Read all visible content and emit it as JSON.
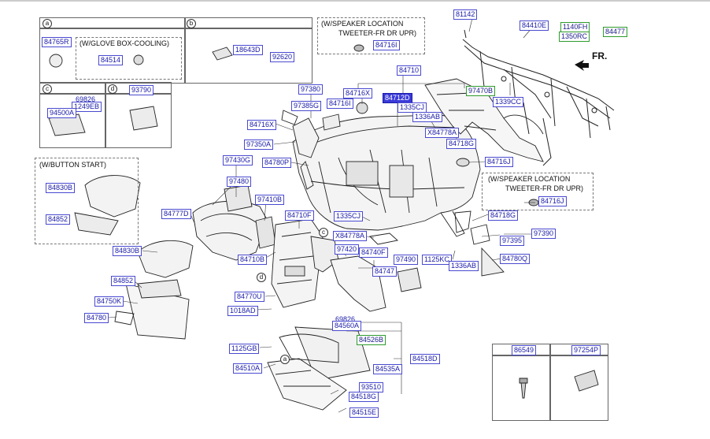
{
  "inset_a": {
    "letter": "a",
    "parts": [
      "84765R",
      "84514"
    ],
    "note": "(W/GLOVE BOX-COOLING)"
  },
  "inset_b": {
    "letter": "b",
    "parts": [
      "18643D",
      "92620"
    ]
  },
  "inset_c": {
    "letter": "c",
    "parts": [
      "69826",
      "1249EB",
      "94500A"
    ]
  },
  "inset_d": {
    "letter": "d",
    "parts": [
      "93790"
    ]
  },
  "button_start": {
    "note": "(W/BUTTON START)",
    "parts": [
      "84830B",
      "84852"
    ]
  },
  "speaker_top": {
    "line1": "(W/SPEAKER LOCATION",
    "line2": "TWEETER-FR DR UPR)",
    "part": "84716I"
  },
  "speaker_right": {
    "line1": "(W/SPEAKER LOCATION",
    "line2": "TWEETER-FR DR UPR)",
    "part": "84716J"
  },
  "direction": "FR.",
  "circle_labels": {
    "c": "c",
    "d": "d",
    "a": "a"
  },
  "legend": {
    "headers": [
      "86549",
      "97254P"
    ]
  },
  "labels": {
    "p81142": "81142",
    "p84410E": "84410E",
    "p1140FH": "1140FH",
    "p1350RC": "1350RC",
    "p84477": "84477",
    "p84710": "84710",
    "p84716X_top": "84716X",
    "p84716I_mid": "84716I",
    "p84712D": "84712D",
    "p97470B": "97470B",
    "p1335CJ_top": "1335CJ",
    "p1336AB_top": "1336AB",
    "p1339CC": "1339CC",
    "p97380": "97380",
    "p97385G": "97385G",
    "pX84778A_top": "X84778A",
    "p84716X_left": "84716X",
    "p84718G_top": "84718G",
    "p97350A": "97350A",
    "p84780P": "84780P",
    "p84716J_mid": "84716J",
    "p97430G": "97430G",
    "p97480": "97480",
    "p97410B": "97410B",
    "p84777D": "84777D",
    "p84710F": "84710F",
    "p1335CJ_mid": "1335CJ",
    "p84718G_mid": "84718G",
    "p97390": "97390",
    "pX84778A_mid": "X84778A",
    "p97395": "97395",
    "p84830B_mid": "84830B",
    "p97420": "97420",
    "p84740F": "84740F",
    "p84780Q": "84780Q",
    "p84710B": "84710B",
    "p97490": "97490",
    "p1125KC": "1125KC",
    "p1336AB_mid": "1336AB",
    "p84852_mid": "84852",
    "p84747": "84747",
    "p84770U": "84770U",
    "p84750K": "84750K",
    "p1018AD": "1018AD",
    "p84780": "84780",
    "p69826_low": "69826",
    "p84560A": "84560A",
    "p84526B": "84526B",
    "p1125GB": "1125GB",
    "p84518D": "84518D",
    "p84510A": "84510A",
    "p84535A": "84535A",
    "p93510": "93510",
    "p84518G": "84518G",
    "p84515E": "84515E"
  }
}
